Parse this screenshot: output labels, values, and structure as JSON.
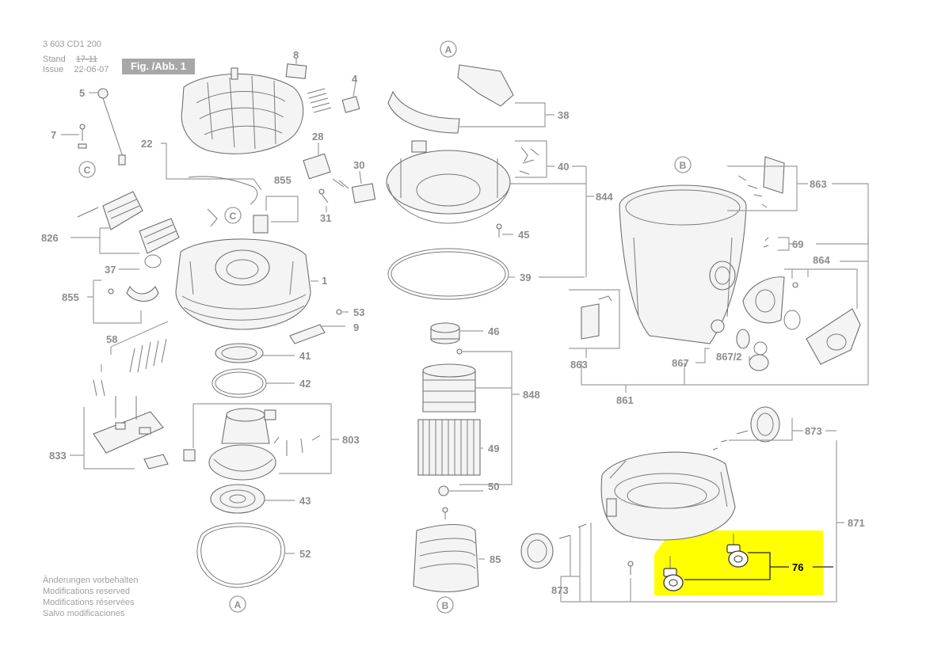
{
  "header": {
    "doc_number": "3 603 CD1 200",
    "stand_label": "Stand",
    "stand_value": "17-11",
    "issue_label": "Issue",
    "issue_value": "22-06-07",
    "figure_tag": "Fig. /Abb. 1"
  },
  "notes": [
    "Änderungen vorbehalten",
    "Modifications reserved",
    "Modifications réservées",
    "Salvo modificaciones"
  ],
  "connectors": [
    "A",
    "B",
    "C"
  ],
  "part_labels": {
    "p8": "8",
    "p4": "4",
    "p5": "5",
    "p7": "7",
    "p22": "22",
    "p28": "28",
    "p30": "30",
    "p855a": "855",
    "p31": "31",
    "p826": "826",
    "p37": "37",
    "p855b": "855",
    "p1": "1",
    "p53": "53",
    "p9": "9",
    "p58": "58",
    "p41": "41",
    "p42": "42",
    "p833": "833",
    "p803": "803",
    "p43": "43",
    "p52": "52",
    "p38": "38",
    "p40": "40",
    "p844": "844",
    "p45": "45",
    "p39": "39",
    "p46": "46",
    "p848": "848",
    "p49": "49",
    "p50": "50",
    "p85": "85",
    "p863a": "863",
    "p69": "69",
    "p864": "864",
    "p863b": "863",
    "p867": "867",
    "p867_2": "867/2",
    "p861": "861",
    "p873a": "873",
    "p871": "871",
    "p76": "76",
    "p873b": "873"
  },
  "highlight": {
    "part": "76",
    "color": "#ffff00"
  }
}
